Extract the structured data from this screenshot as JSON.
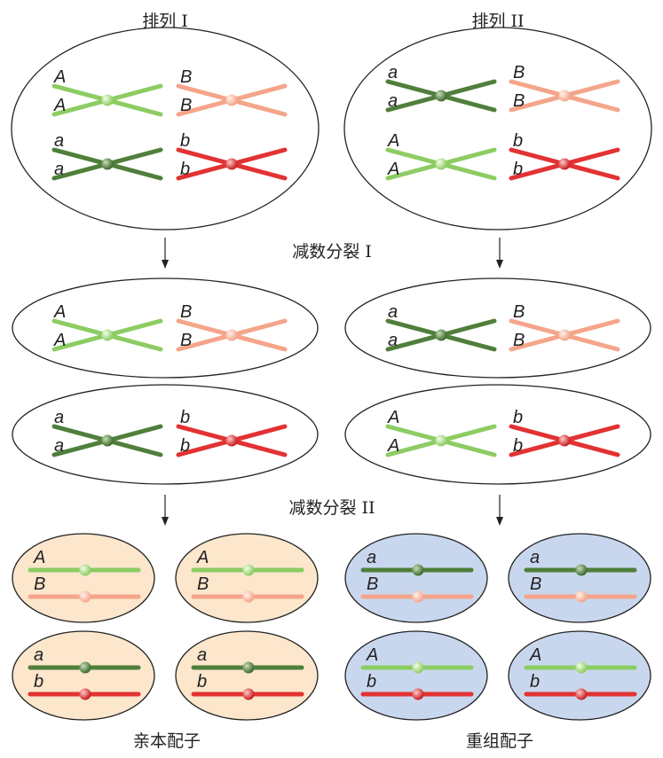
{
  "titles": {
    "arrangement_1": "排列 I",
    "arrangement_2": "排列 II",
    "meiosis_1": "减数分裂 I",
    "meiosis_2": "减数分裂 II",
    "parental_gametes": "亲本配子",
    "recombinant_gametes": "重组配子"
  },
  "colors": {
    "A_light_green": "#8dcc63",
    "a_dark_green": "#4f7f3a",
    "B_salmon": "#f4a58a",
    "b_red": "#e23232",
    "parental_fill": "#fce6cc",
    "recombinant_fill": "#c9d7ee",
    "outline": "#222222"
  },
  "alleles": {
    "A": "A",
    "a": "a",
    "B": "B",
    "b": "b"
  },
  "cells": {
    "top_left": [
      [
        "A",
        "A",
        "B",
        "B"
      ],
      [
        "a",
        "a",
        "b",
        "b"
      ]
    ],
    "top_right": [
      [
        "a",
        "a",
        "B",
        "B"
      ],
      [
        "A",
        "A",
        "b",
        "b"
      ]
    ],
    "mid_left_1": [
      "A",
      "A",
      "B",
      "B"
    ],
    "mid_left_2": [
      "a",
      "a",
      "b",
      "b"
    ],
    "mid_right_1": [
      "a",
      "a",
      "B",
      "B"
    ],
    "mid_right_2": [
      "A",
      "A",
      "b",
      "b"
    ],
    "gametes_parental": [
      [
        "A",
        "B"
      ],
      [
        "A",
        "B"
      ],
      [
        "a",
        "b"
      ],
      [
        "a",
        "b"
      ]
    ],
    "gametes_recombinant": [
      [
        "a",
        "B"
      ],
      [
        "a",
        "B"
      ],
      [
        "A",
        "b"
      ],
      [
        "A",
        "b"
      ]
    ]
  }
}
